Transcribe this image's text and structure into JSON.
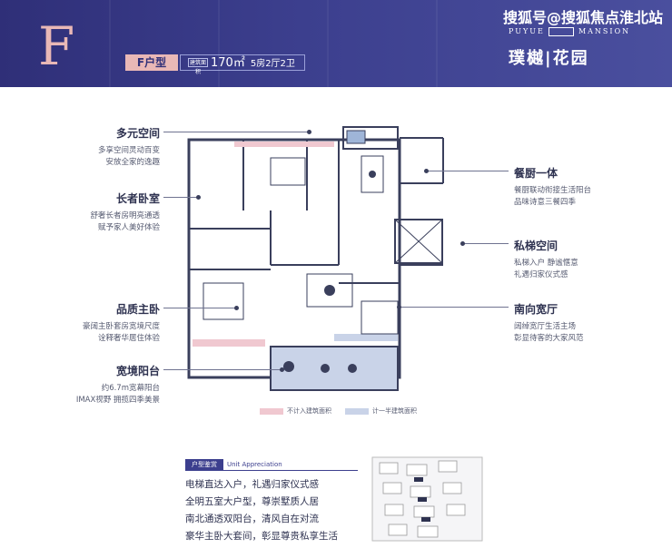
{
  "header": {
    "big_letter": "F",
    "unit_type": "F户型",
    "area_tag": "建筑面积",
    "area": "170㎡",
    "rooms": "5房2厅2卫",
    "brand_en_left": "PUYUE",
    "brand_en_right": "MANSION",
    "brand_cn": "璞樾|花园",
    "watermark": "搜狐号@搜狐焦点淮北站"
  },
  "left_labels": [
    {
      "title": "多元空间",
      "lines": [
        "多享空间灵动百变",
        "安放全家的逸趣"
      ]
    },
    {
      "title": "长者卧室",
      "lines": [
        "舒奢长者房明亮通透",
        "赋予家人美好体验"
      ]
    },
    {
      "title": "品质主卧",
      "lines": [
        "豪阔主卧套房宽境尺度",
        "诠释奢华居住体验"
      ]
    },
    {
      "title": "宽境阳台",
      "lines": [
        "约6.7m宽幕阳台",
        "IMAX视野 拥揽四季美景"
      ]
    }
  ],
  "right_labels": [
    {
      "title": "餐厨一体",
      "lines": [
        "餐厨联动衔接生活阳台",
        "品味诗意三餐四季"
      ]
    },
    {
      "title": "私梯空间",
      "lines": [
        "私梯入户 静谧惬意",
        "礼遇归家仪式感"
      ]
    },
    {
      "title": "南向宽厅",
      "lines": [
        "阔绰宽厅生活主场",
        "彰显待客的大家风范"
      ]
    }
  ],
  "legend": {
    "excluded": "不计入建筑面积",
    "half": "计一半建筑面积"
  },
  "appreciation": {
    "cn": "户型鉴赏",
    "en": "Unit Appreciation"
  },
  "features": [
    "电梯直达入户，礼遇归家仪式感",
    "全明五室大户型，尊崇墅质人居",
    "南北通透双阳台，清风自在对流",
    "豪华主卧大套间，彰显尊贵私享生活"
  ],
  "colors": {
    "header": "#3c3f8e",
    "accent_pink": "#e9b8b6",
    "excluded_area": "#f0c8d0",
    "half_area": "#c9d3e8"
  }
}
